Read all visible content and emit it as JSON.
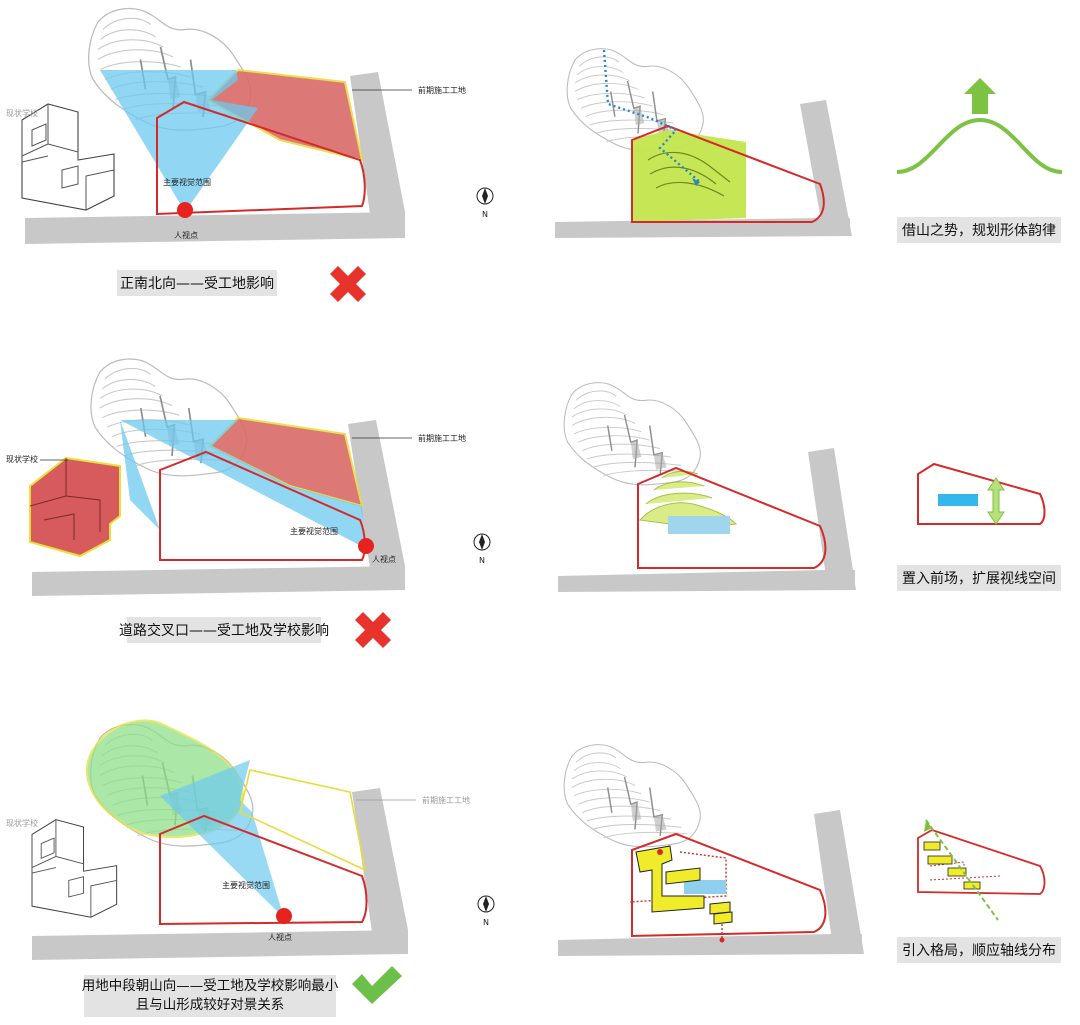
{
  "labels": {
    "construction_site": "前期施工工地",
    "existing_school": "现状学校",
    "main_view": "主要视觉范围",
    "viewpoint": "人视点",
    "north": "N"
  },
  "rows": [
    {
      "caption": "正南北向——受工地影响",
      "verdict": "reject",
      "strategy": "借山之势，规划形体韵律"
    },
    {
      "caption": "道路交叉口——受工地及学校影响",
      "verdict": "reject",
      "strategy": "置入前场，扩展视线空间"
    },
    {
      "caption_line1": "用地中段朝山向——受工地及学校影响最小",
      "caption_line2": "且与山形成较好对景关系",
      "verdict": "accept",
      "strategy": "引入格局，顺应轴线分布"
    }
  ],
  "colors": {
    "site_outline": "#d42a2a",
    "road": "#c8c8c8",
    "construction": "#d96a68",
    "view_cone": "#6cc9ef",
    "school_highlight": "#d75a5c",
    "mountain_green": "#8fe08a",
    "lawn": "#c3e64c",
    "reject": "#e8322c",
    "accept": "#6cc04a",
    "arrow_green": "#7dc242",
    "plaza_blue": "#33b8ee",
    "building_yellow": "#f1ec2a"
  },
  "icons": [
    "viewpoint-dot-icon",
    "north-arrow-icon",
    "reject-cross-icon",
    "accept-check-icon",
    "up-arrow-icon",
    "double-arrow-icon",
    "axis-arrow-icon"
  ]
}
